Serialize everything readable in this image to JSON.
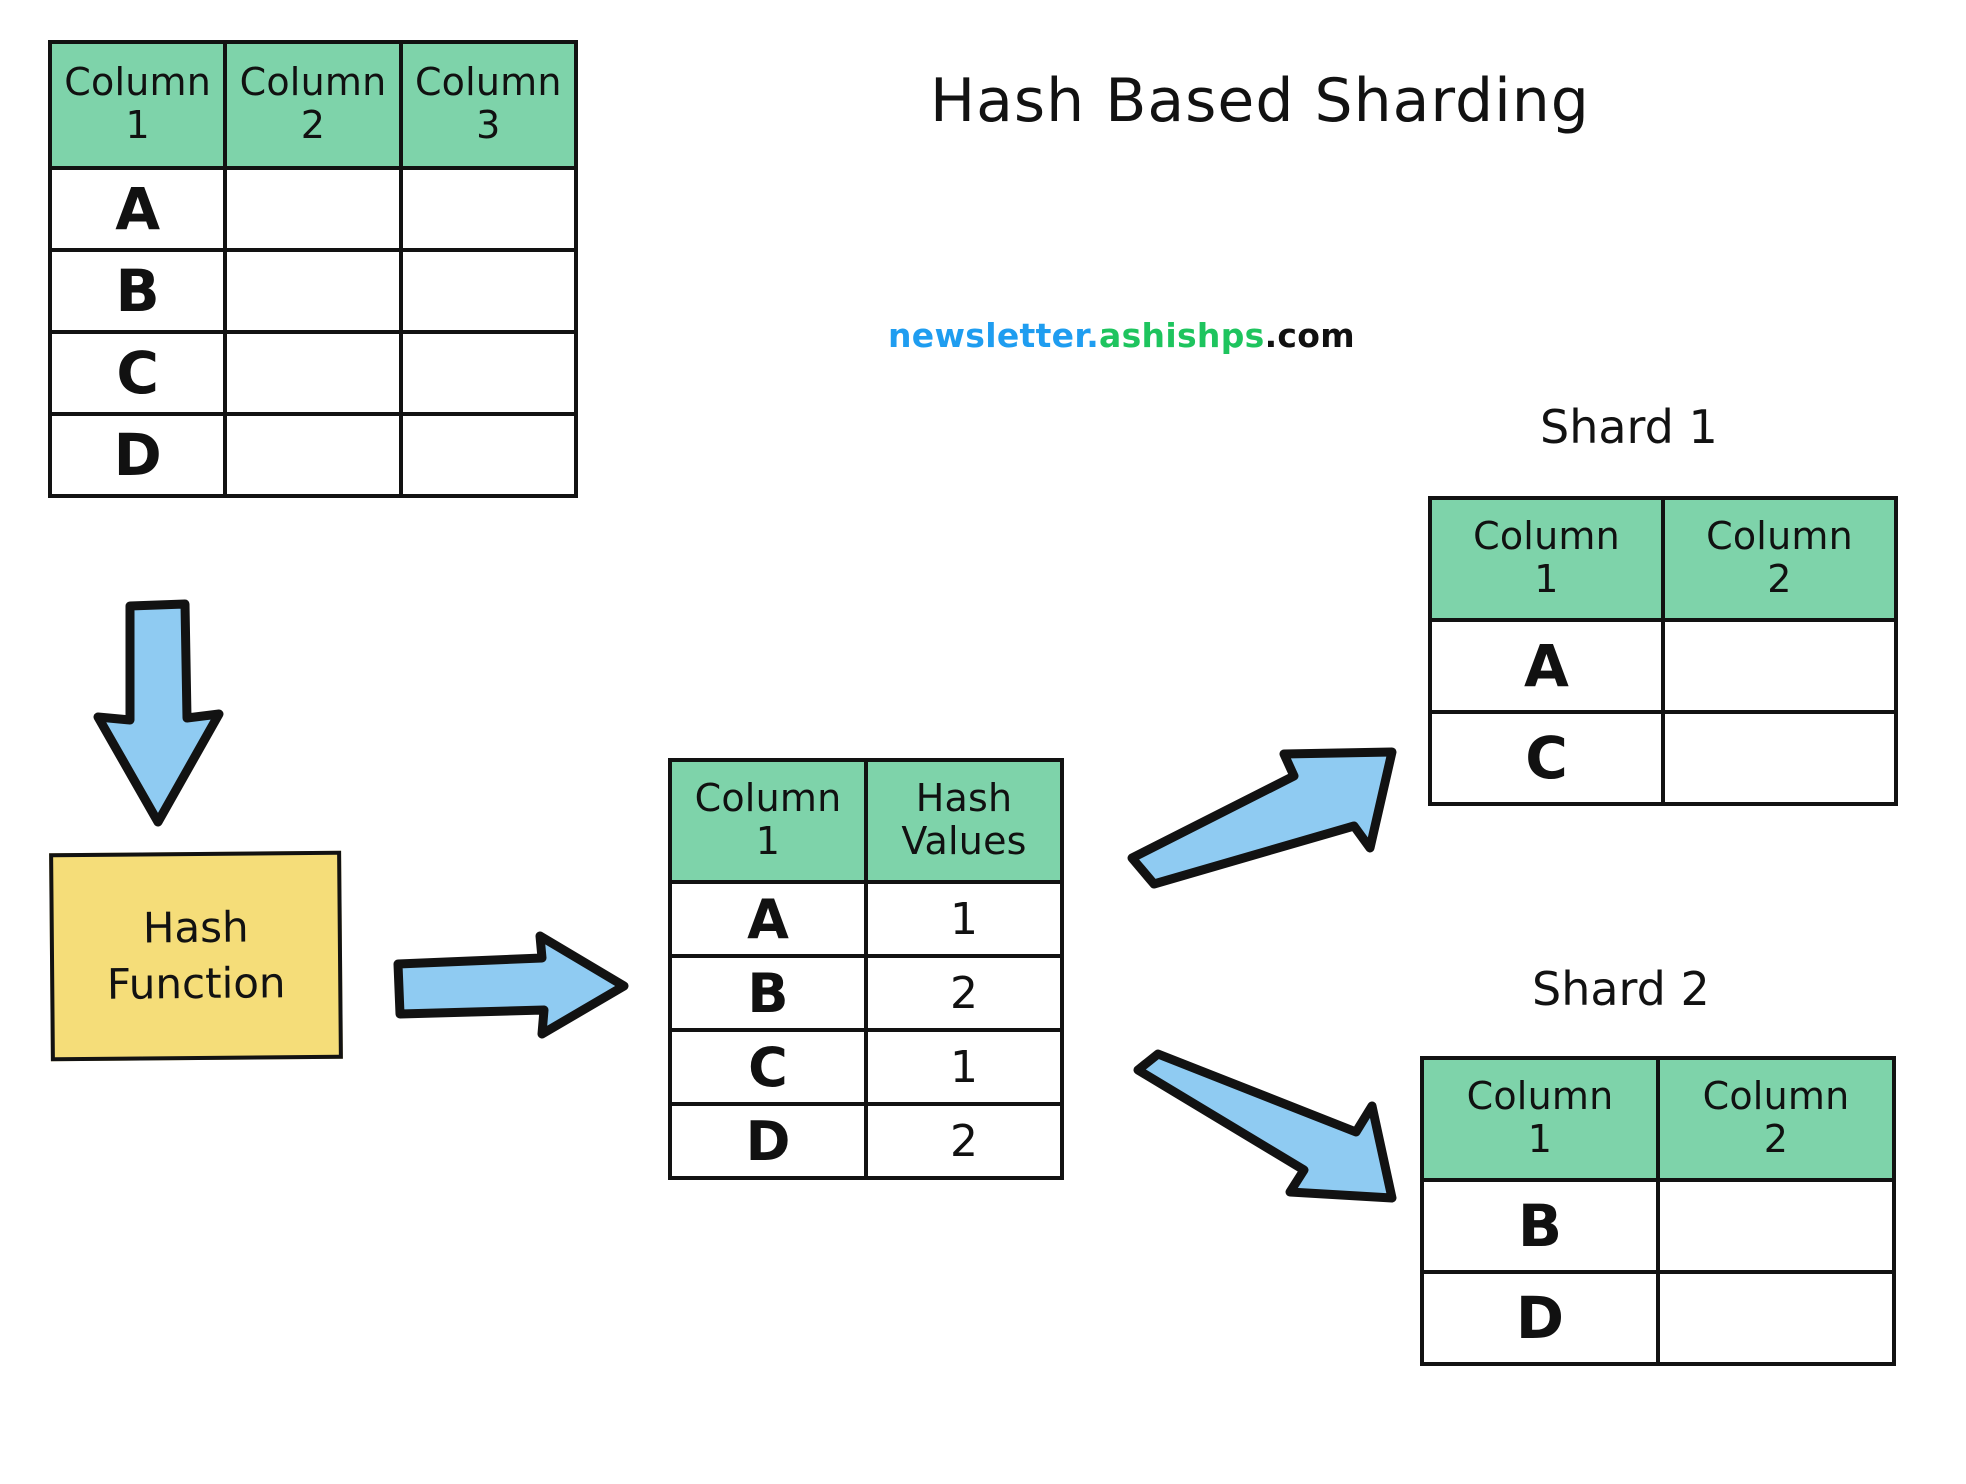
{
  "title": "Hash Based Sharding",
  "watermark": {
    "part1": "newsletter",
    "dot1": ".",
    "part2": "ashishps",
    "part3": ".com"
  },
  "colors": {
    "header_green": "#7ed3aa",
    "arrow_blue": "#8fcbf2",
    "hash_box_yellow": "#f5dd79",
    "stroke_black": "#121212",
    "watermark_blue": "#1f9df0",
    "watermark_green": "#1ec45e",
    "watermark_black": "#111111"
  },
  "source_table": {
    "name": "source-table",
    "headers": [
      "Column 1",
      "Column 2",
      "Column 3"
    ],
    "header_lines": [
      [
        "Column",
        "1"
      ],
      [
        "Column",
        "2"
      ],
      [
        "Column",
        "3"
      ]
    ],
    "rows": [
      [
        "A",
        "",
        ""
      ],
      [
        "B",
        "",
        ""
      ],
      [
        "C",
        "",
        ""
      ],
      [
        "D",
        "",
        ""
      ]
    ]
  },
  "hash_box": {
    "line1": "Hash",
    "line2": "Function"
  },
  "hash_table": {
    "name": "hash-values-table",
    "headers": [
      "Column 1",
      "Hash Values"
    ],
    "header_lines": [
      [
        "Column",
        "1"
      ],
      [
        "Hash",
        "Values"
      ]
    ],
    "rows": [
      [
        "A",
        "1"
      ],
      [
        "B",
        "2"
      ],
      [
        "C",
        "1"
      ],
      [
        "D",
        "2"
      ]
    ]
  },
  "shard1": {
    "title": "Shard 1",
    "headers": [
      "Column 1",
      "Column 2"
    ],
    "header_lines": [
      [
        "Column",
        "1"
      ],
      [
        "Column",
        "2"
      ]
    ],
    "rows": [
      [
        "A",
        ""
      ],
      [
        "C",
        ""
      ]
    ]
  },
  "shard2": {
    "title": "Shard 2",
    "headers": [
      "Column 1",
      "Column 2"
    ],
    "header_lines": [
      [
        "Column",
        "1"
      ],
      [
        "Column",
        "2"
      ]
    ],
    "rows": [
      [
        "B",
        ""
      ],
      [
        "D",
        ""
      ]
    ]
  },
  "arrows": [
    {
      "name": "arrow-source-to-hash-function",
      "direction": "down"
    },
    {
      "name": "arrow-hash-function-to-hash-table",
      "direction": "right"
    },
    {
      "name": "arrow-hash-table-to-shard1",
      "direction": "up-right"
    },
    {
      "name": "arrow-hash-table-to-shard2",
      "direction": "down-right"
    }
  ]
}
